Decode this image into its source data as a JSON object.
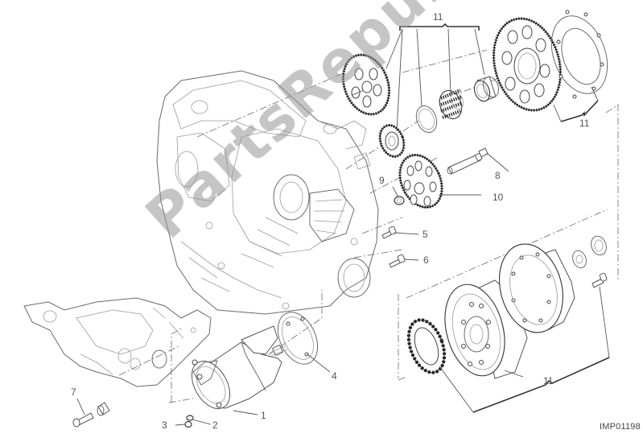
{
  "diagram": {
    "type": "exploded-parts-diagram",
    "subject": "Electric starter and ignition (starter motor, starter gears, freewheel clutch)",
    "image_code": "IMP01198",
    "watermark": "PartsRepublik",
    "callouts": [
      {
        "id": "1",
        "label": "1",
        "part": "starter-motor"
      },
      {
        "id": "2",
        "label": "2",
        "part": "washer"
      },
      {
        "id": "3",
        "label": "3",
        "part": "nut"
      },
      {
        "id": "4",
        "label": "4",
        "part": "gasket"
      },
      {
        "id": "5",
        "label": "5",
        "part": "screw"
      },
      {
        "id": "6",
        "label": "6",
        "part": "screw"
      },
      {
        "id": "7",
        "label": "7",
        "part": "screw"
      },
      {
        "id": "8",
        "label": "8",
        "part": "gear-shaft"
      },
      {
        "id": "9",
        "label": "9",
        "part": "circlip"
      },
      {
        "id": "10",
        "label": "10",
        "part": "idler-gear"
      },
      {
        "id": "11a",
        "label": "11",
        "part": "starter-gear-kit-top"
      },
      {
        "id": "11b",
        "label": "11",
        "part": "starter-gear-kit-right"
      },
      {
        "id": "11c",
        "label": "11",
        "part": "freewheel-clutch-kit"
      }
    ]
  }
}
